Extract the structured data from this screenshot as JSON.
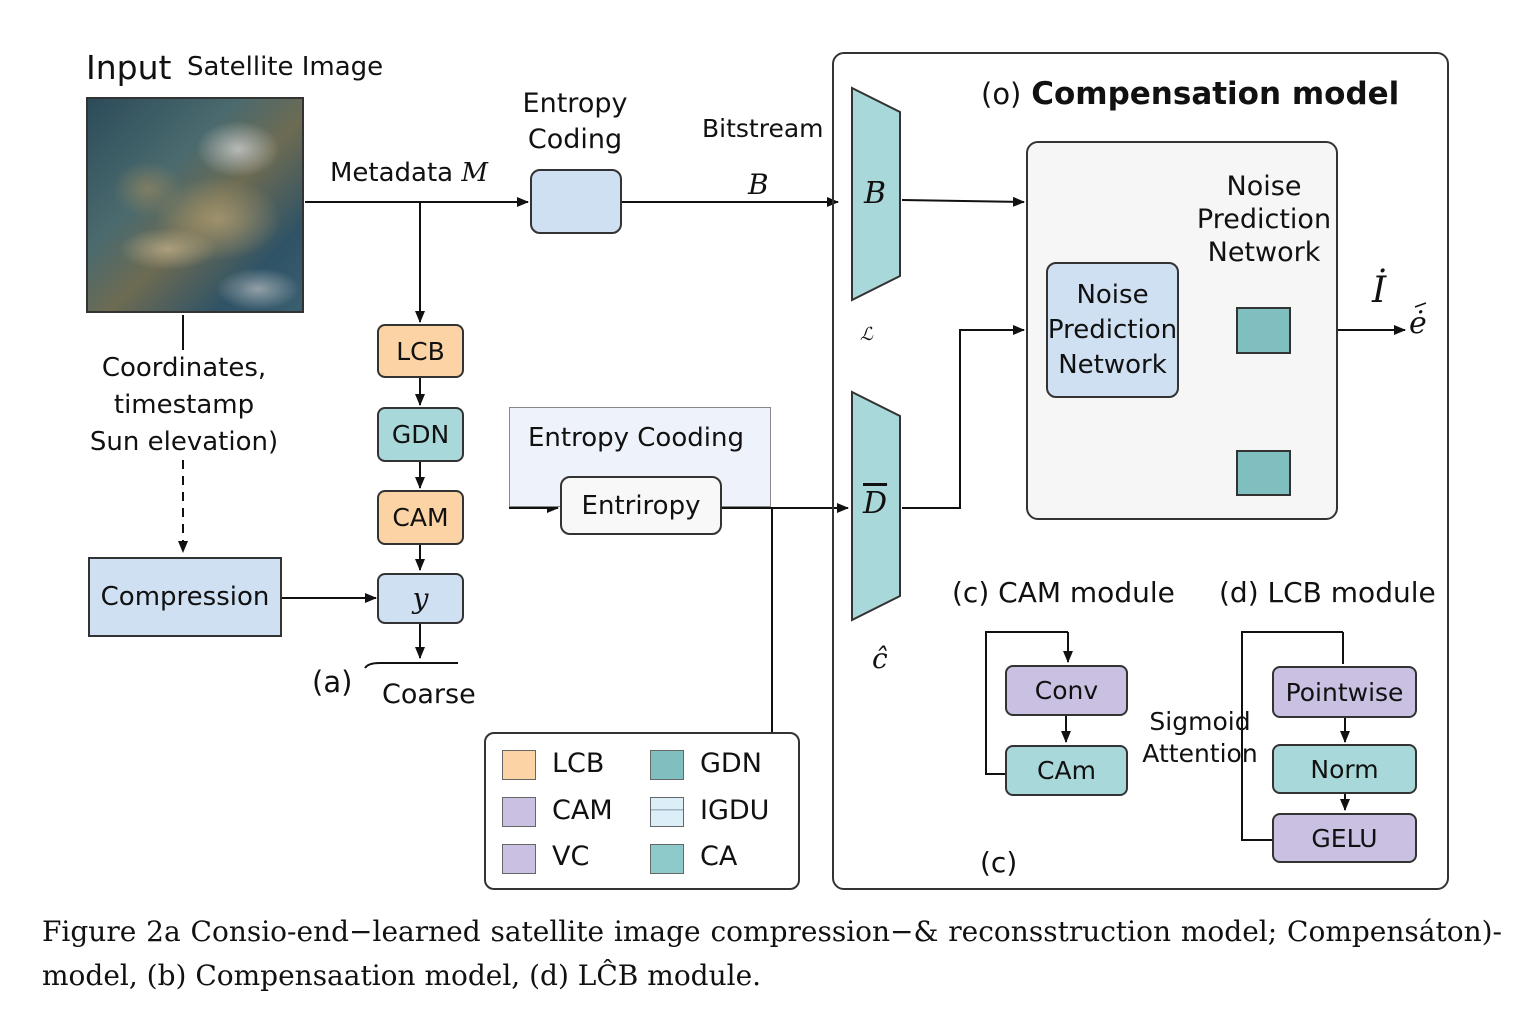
{
  "input": {
    "title": "Input",
    "subtitle": "Satellite Image",
    "metadata_label": "Metadata",
    "metadata_symbol": "M",
    "coords_lines": [
      "Coordinates,",
      "timestamp",
      "Sun elevation)"
    ]
  },
  "encoder": {
    "entropy_coding_lines": [
      "Entropy",
      "Coding"
    ],
    "bitstream_label": "Bitstream",
    "bitstream_symbol": "B",
    "lcb": "LCB",
    "gdn": "GDN",
    "cam": "CAM",
    "y": "y",
    "compression": "Compression",
    "panel_a": "(a)",
    "coarse": "Coarse",
    "entropy_cooding": "Entropy Cooding",
    "entriropy": "Entriropy"
  },
  "decoder": {
    "b_symbol": "B",
    "d_symbol": "D",
    "small_glyph": "ℒ",
    "c_hat": "ĉ"
  },
  "compensation": {
    "prefix": "(o)",
    "title": "Compensation model",
    "npn_title_lines": [
      "Noise",
      "Prediction",
      "Network"
    ],
    "npn_box_lines": [
      "Noise",
      "Prediction",
      "Network"
    ],
    "out_symbol": "İ",
    "out_symbol2": "ė"
  },
  "cam_module": {
    "title": "(c) CAM module",
    "conv": "Conv",
    "cam_box": "CAm",
    "sigmoid_lines": [
      "Sigmoid",
      "Attention"
    ]
  },
  "lcb_module": {
    "title": "(d) LCB module",
    "pointwise": "Pointwise",
    "norm": "Norm",
    "gelu": "GELU"
  },
  "panel_c_bottom": "(c)",
  "legend": {
    "items": [
      {
        "label": "LCB",
        "color": "#fbd3a4"
      },
      {
        "label": "GDN",
        "color": "#7fbfbf"
      },
      {
        "label": "CAM",
        "color": "#c9c0e2"
      },
      {
        "label": "IGDU",
        "color": "#dceff8"
      },
      {
        "label": "VC",
        "color": "#c9c0e2"
      },
      {
        "label": "CA",
        "color": "#8ecac9"
      }
    ]
  },
  "caption_lines": [
    "Figure 2a Consio-end−learned satellite image compression−& reconsstruction model; Compensáton)-",
    "model, (b) Compensaation model, (d) LĈB module."
  ]
}
